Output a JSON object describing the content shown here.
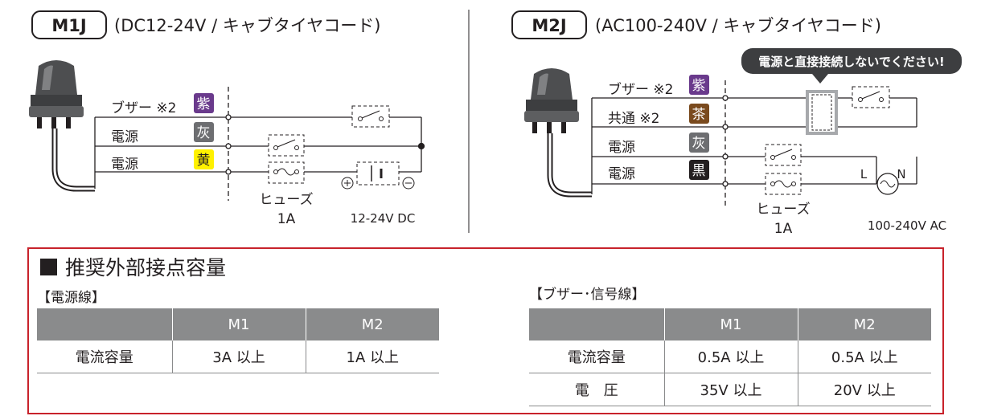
{
  "m1": {
    "model": "M1J",
    "desc": "(DC12-24V / キャブタイヤコード)",
    "wires": [
      {
        "name": "ブザー ※2",
        "color_label": "紫",
        "fill": "#6a3a8c",
        "text_color": "#ffffff"
      },
      {
        "name": "電源",
        "color_label": "灰",
        "fill": "#6d6e71",
        "text_color": "#ffffff"
      },
      {
        "name": "電源",
        "color_label": "黄",
        "fill": "#fff100",
        "text_color": "#231f20"
      }
    ],
    "fuse_label": "ヒューズ",
    "fuse_rating": "1A",
    "supply": "12-24V DC"
  },
  "m2": {
    "model": "M2J",
    "desc": "(AC100-240V / キャブタイヤコード)",
    "warning": "電源と直接接続しないでください!",
    "wires": [
      {
        "name": "ブザー ※2",
        "color_label": "紫",
        "fill": "#6a3a8c",
        "text_color": "#ffffff"
      },
      {
        "name": "共通 ※2",
        "color_label": "茶",
        "fill": "#7a4a1e",
        "text_color": "#ffffff"
      },
      {
        "name": "電源",
        "color_label": "灰",
        "fill": "#6d6e71",
        "text_color": "#ffffff"
      },
      {
        "name": "電源",
        "color_label": "黒",
        "fill": "#231f20",
        "text_color": "#ffffff"
      }
    ],
    "fuse_label": "ヒューズ",
    "fuse_rating": "1A",
    "ac_l": "L",
    "ac_n": "N",
    "supply": "100-240V AC"
  },
  "spec": {
    "title": "推奨外部接点容量",
    "power_table": {
      "label": "【電源線】",
      "headers": [
        "",
        "M1",
        "M2"
      ],
      "rows": [
        [
          "電流容量",
          "3A 以上",
          "1A 以上"
        ]
      ]
    },
    "signal_table": {
      "label": "【ブザー･信号線】",
      "headers": [
        "",
        "M1",
        "M2"
      ],
      "rows": [
        [
          "電流容量",
          "0.5A 以上",
          "0.5A 以上"
        ],
        [
          "電　圧",
          "35V 以上",
          "20V 以上"
        ]
      ]
    }
  },
  "colors": {
    "accent_border": "#c8222b",
    "table_header": "#8a8b8c",
    "line": "#231f20"
  }
}
